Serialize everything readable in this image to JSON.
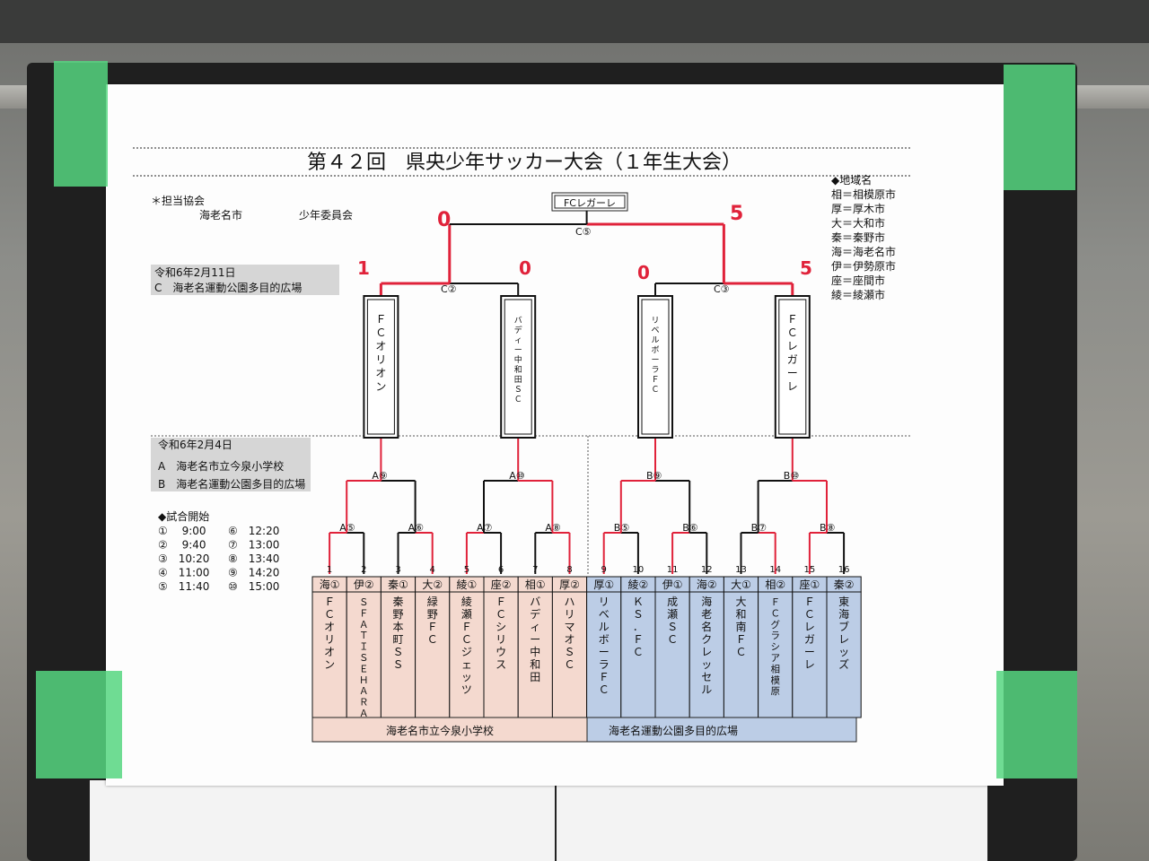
{
  "title": "第４２回　県央少年サッカー大会（１年生大会）",
  "association": {
    "heading": "＊担当協会",
    "city": "海老名市",
    "committee": "少年委員会"
  },
  "region_legend": {
    "heading": "◆地域名",
    "items": [
      "相＝相模原市",
      "厚＝厚木市",
      "大＝大和市",
      "秦＝秦野市",
      "海＝海老名市",
      "伊＝伊勢原市",
      "座＝座間市",
      "綾＝綾瀬市"
    ]
  },
  "venue_final": {
    "date": "令和6年2月11日",
    "place": "C　海老名運動公園多目的広場"
  },
  "venue_first": {
    "date": "令和6年2月4日",
    "a": "A　海老名市立今泉小学校",
    "b": "B　海老名運動公園多目的広場"
  },
  "schedule": {
    "heading": "◆試合開始",
    "left": [
      "①　 9:00",
      "②　 9:40",
      "③　10:20",
      "④　11:00",
      "⑤　11:40"
    ],
    "right": [
      "⑥　12:20",
      "⑦　13:00",
      "⑧　13:40",
      "⑨　14:20",
      "⑩　15:00"
    ]
  },
  "champion": "FCレガーレ",
  "matches": {
    "final": "C⑤",
    "semi_left": "C②",
    "semi_right": "C③",
    "qf": [
      "A⑨",
      "A⑩",
      "B⑨",
      "B⑩"
    ],
    "r1": [
      "A⑤",
      "A⑥",
      "A⑦",
      "A⑧",
      "B⑤",
      "B⑥",
      "B⑦",
      "B⑧"
    ]
  },
  "scores": {
    "final_left": "0",
    "final_right": "5",
    "semi1_left": "1",
    "semi1_right": "0",
    "semi2_left": "0",
    "semi2_right": "5"
  },
  "semifinalists": [
    "ＦＣオリオン",
    "バディー中和田ＳＣ",
    "リベルボーラＦＣ",
    "ＦＣレガーレ"
  ],
  "teams": [
    {
      "no": "1",
      "region": "海①",
      "name": "ＦＣオリオン"
    },
    {
      "no": "2",
      "region": "伊②",
      "name": "ＳＦＡＴ ＩＳＥＨＡＲＡ"
    },
    {
      "no": "3",
      "region": "秦①",
      "name": "秦野本町ＳＳ"
    },
    {
      "no": "4",
      "region": "大②",
      "name": "緑野ＦＣ"
    },
    {
      "no": "5",
      "region": "綾①",
      "name": "綾瀬ＦＣジェッツ"
    },
    {
      "no": "6",
      "region": "座②",
      "name": "ＦＣシリウス"
    },
    {
      "no": "7",
      "region": "相①",
      "name": "バディー中和田"
    },
    {
      "no": "8",
      "region": "厚②",
      "name": "ハリマオＳＣ"
    },
    {
      "no": "9",
      "region": "厚①",
      "name": "リベルボーラＦＣ"
    },
    {
      "no": "10",
      "region": "綾②",
      "name": "ＫＳ．ＦＣ"
    },
    {
      "no": "11",
      "region": "伊①",
      "name": "成瀬ＳＣ"
    },
    {
      "no": "12",
      "region": "海②",
      "name": "海老名クレッセル"
    },
    {
      "no": "13",
      "region": "大①",
      "name": "大和南ＦＣ"
    },
    {
      "no": "14",
      "region": "相②",
      "name": "ＦＣグラシア相模原"
    },
    {
      "no": "15",
      "region": "座①",
      "name": "ＦＣレガーレ"
    },
    {
      "no": "16",
      "region": "秦②",
      "name": "東海ブレッズ"
    }
  ],
  "venue_footer": {
    "left": "海老名市立今泉小学校",
    "right": "海老名運動公園多目的広場"
  },
  "colors": {
    "winner_line": "#e0223a",
    "pink_zone": "#f4d9cf",
    "blue_zone": "#bccde6",
    "tape": "#56d680"
  }
}
